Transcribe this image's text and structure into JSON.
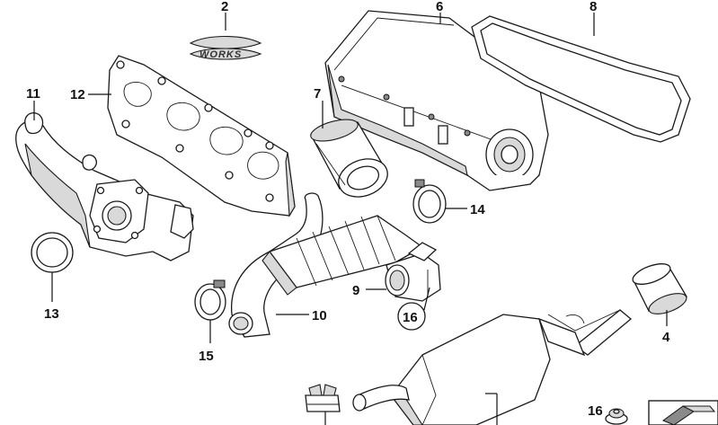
{
  "diagram": {
    "callouts": {
      "c2": "2",
      "c6": "6",
      "c8": "8",
      "c11": "11",
      "c12": "12",
      "c7": "7",
      "c14": "14",
      "c13": "13",
      "c9": "9",
      "c16a": "16",
      "c10": "10",
      "c15": "15",
      "c4": "4",
      "c16b": "16"
    },
    "logo": {
      "text": "WORKS"
    }
  }
}
